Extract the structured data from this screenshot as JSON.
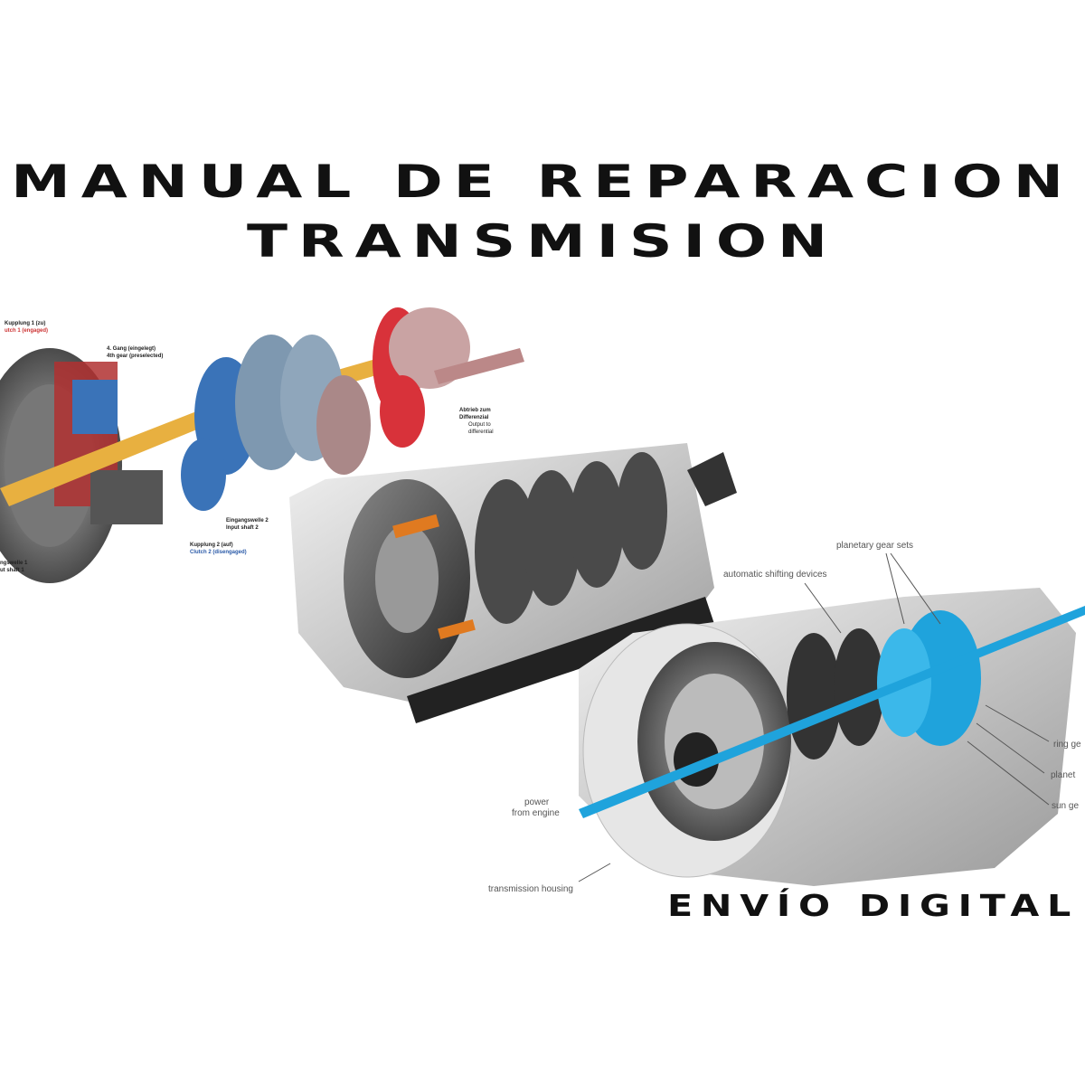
{
  "title": {
    "line1": "MANUAL DE REPARACION",
    "line2": "TRANSMISION"
  },
  "footer": {
    "shipping": "ENVÍO DIGITAL"
  },
  "dual_clutch_labels": {
    "clutch1_de": "Kupplung 1 (zu)",
    "clutch1_en": "utch 1 (engaged)",
    "gear4_de": "4. Gang (eingelegt)",
    "gear4_en": "4th gear (preselected)",
    "output_de1": "Abtrieb zum",
    "output_de2": "Differenzial",
    "output_en1": "Output to",
    "output_en2": "differential",
    "input2_de": "Eingangswelle 2",
    "input2_en": "Input shaft 2",
    "clutch2_de": "Kupplung 2 (auf)",
    "clutch2_en": "Clutch 2 (disengaged)",
    "input1_de": "ngswelle 1",
    "input1_en": "ut shaft 1"
  },
  "automatic_labels": {
    "planetary": "planetary gear sets",
    "shifting": "automatic shifting devices",
    "ring": "ring ge",
    "planet": "planet",
    "sun": "sun ge",
    "power1": "power",
    "power2": "from engine",
    "housing": "transmission housing"
  },
  "colors": {
    "accent_blue": "#1fa3dc",
    "gear_red": "#d8323a",
    "gear_blue": "#3a73b8",
    "flow_orange": "#e8b040"
  }
}
